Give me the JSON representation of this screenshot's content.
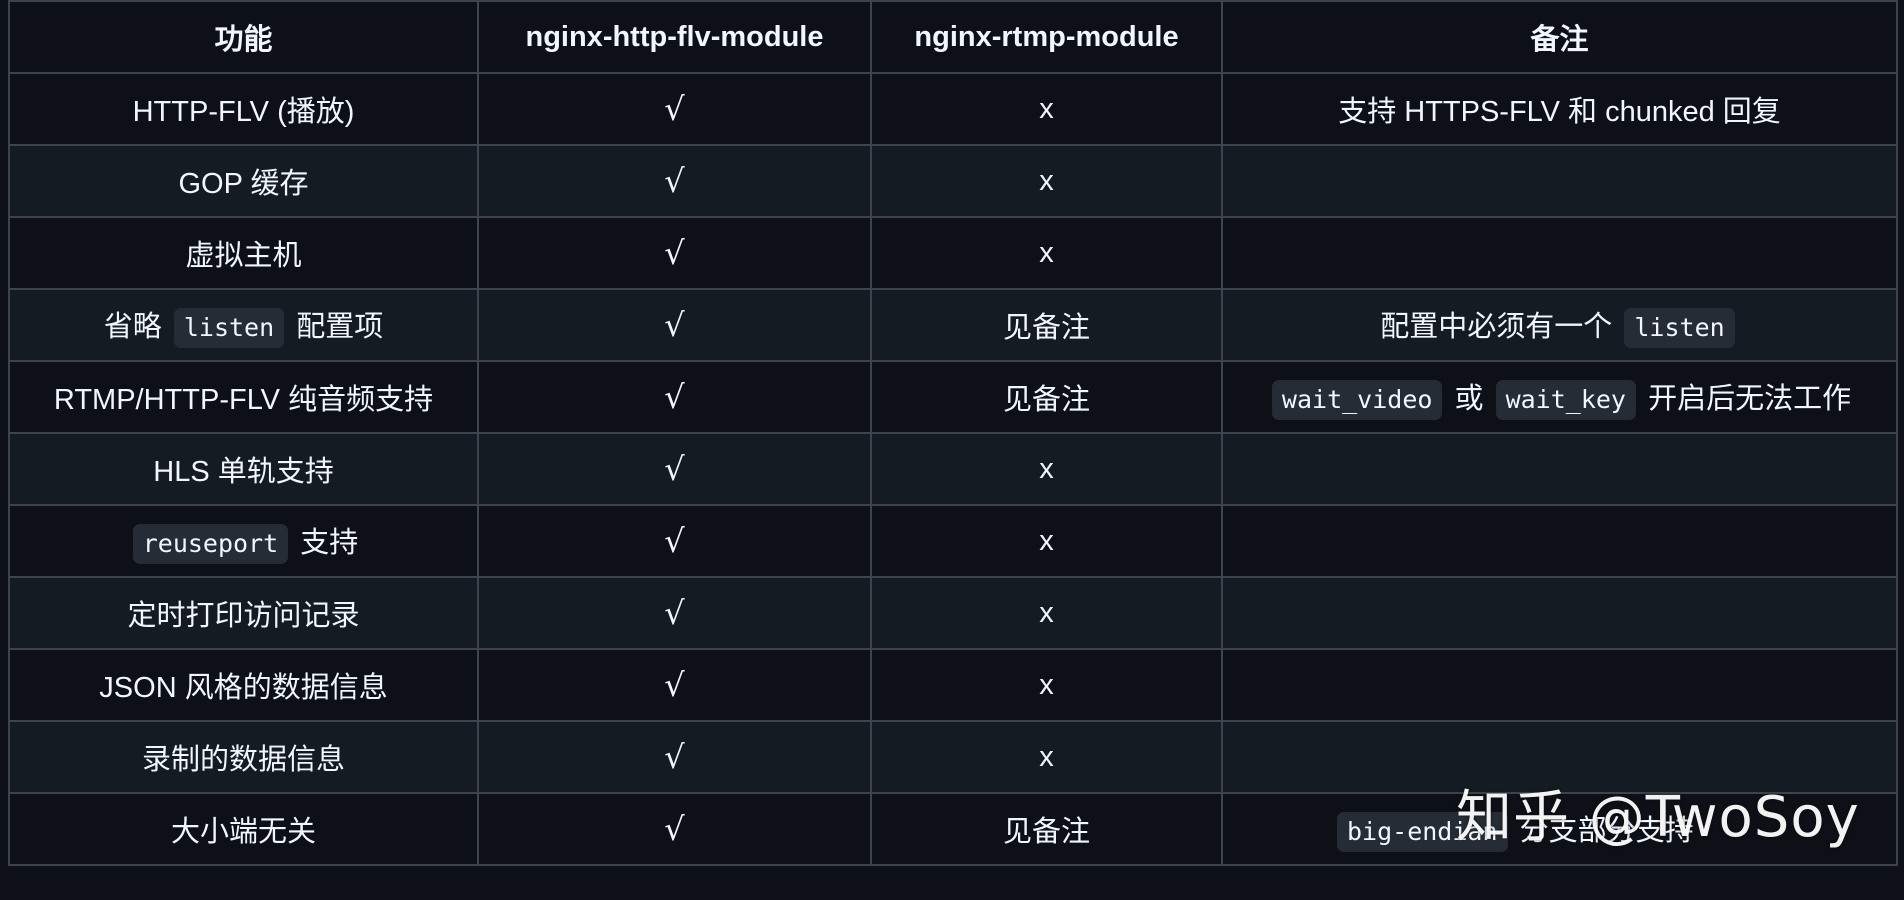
{
  "table": {
    "headers": [
      "功能",
      "nginx-http-flv-module",
      "nginx-rtmp-module",
      "备注"
    ],
    "rows": [
      {
        "feature": {
          "pre": "HTTP-FLV (播放)",
          "code": "",
          "post": ""
        },
        "flv": "√",
        "rtmp": "x",
        "note": {
          "pre": "支持 HTTPS-FLV 和 chunked 回复",
          "code1": "",
          "mid": "",
          "code2": "",
          "post": ""
        }
      },
      {
        "feature": {
          "pre": "GOP 缓存",
          "code": "",
          "post": ""
        },
        "flv": "√",
        "rtmp": "x",
        "note": {
          "pre": "",
          "code1": "",
          "mid": "",
          "code2": "",
          "post": ""
        }
      },
      {
        "feature": {
          "pre": "虚拟主机",
          "code": "",
          "post": ""
        },
        "flv": "√",
        "rtmp": "x",
        "note": {
          "pre": "",
          "code1": "",
          "mid": "",
          "code2": "",
          "post": ""
        }
      },
      {
        "feature": {
          "pre": "省略",
          "code": "listen",
          "post": "配置项"
        },
        "flv": "√",
        "rtmp": "见备注",
        "note": {
          "pre": "配置中必须有一个",
          "code1": "listen",
          "mid": "",
          "code2": "",
          "post": ""
        }
      },
      {
        "feature": {
          "pre": "RTMP/HTTP-FLV 纯音频支持",
          "code": "",
          "post": ""
        },
        "flv": "√",
        "rtmp": "见备注",
        "note": {
          "pre": "",
          "code1": "wait_video",
          "mid": "或",
          "code2": "wait_key",
          "post": "开启后无法工作"
        }
      },
      {
        "feature": {
          "pre": "HLS 单轨支持",
          "code": "",
          "post": ""
        },
        "flv": "√",
        "rtmp": "x",
        "note": {
          "pre": "",
          "code1": "",
          "mid": "",
          "code2": "",
          "post": ""
        }
      },
      {
        "feature": {
          "pre": "",
          "code": "reuseport",
          "post": "支持"
        },
        "flv": "√",
        "rtmp": "x",
        "note": {
          "pre": "",
          "code1": "",
          "mid": "",
          "code2": "",
          "post": ""
        }
      },
      {
        "feature": {
          "pre": "定时打印访问记录",
          "code": "",
          "post": ""
        },
        "flv": "√",
        "rtmp": "x",
        "note": {
          "pre": "",
          "code1": "",
          "mid": "",
          "code2": "",
          "post": ""
        }
      },
      {
        "feature": {
          "pre": "JSON 风格的数据信息",
          "code": "",
          "post": ""
        },
        "flv": "√",
        "rtmp": "x",
        "note": {
          "pre": "",
          "code1": "",
          "mid": "",
          "code2": "",
          "post": ""
        }
      },
      {
        "feature": {
          "pre": "录制的数据信息",
          "code": "",
          "post": ""
        },
        "flv": "√",
        "rtmp": "x",
        "note": {
          "pre": "",
          "code1": "",
          "mid": "",
          "code2": "",
          "post": ""
        }
      },
      {
        "feature": {
          "pre": "大小端无关",
          "code": "",
          "post": ""
        },
        "flv": "√",
        "rtmp": "见备注",
        "note": {
          "pre": "",
          "code1": "big-endian",
          "mid": "",
          "code2": "",
          "post": "分支部分支持"
        }
      }
    ]
  },
  "watermark": "知乎 @TwoSoy",
  "colors": {
    "background": "#0d1117",
    "row_alt": "#151b23",
    "border": "#3d444d",
    "code_bg": "#262c36",
    "text": "#f0f6fc"
  }
}
